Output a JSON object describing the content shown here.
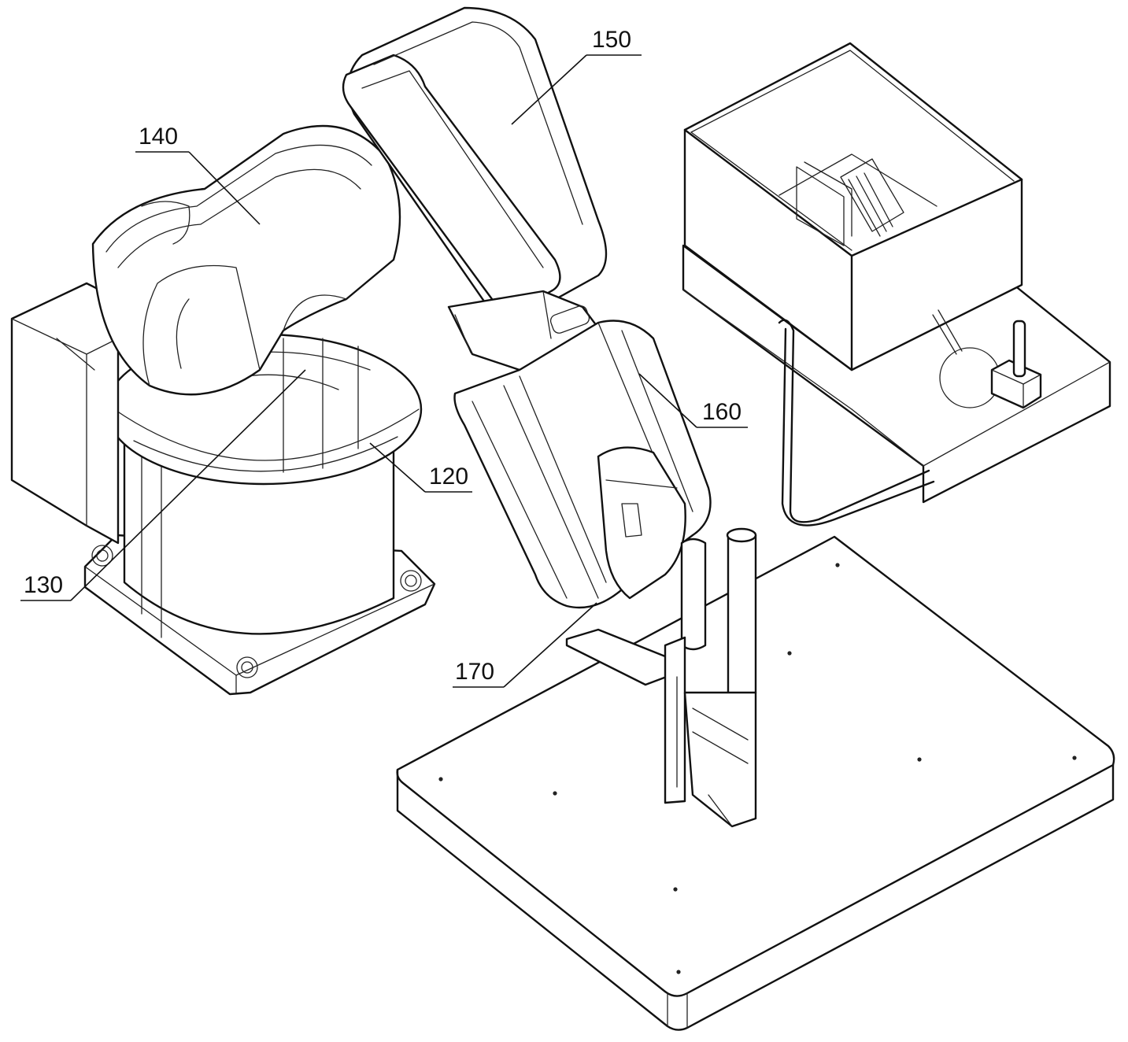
{
  "figure": {
    "labels": [
      {
        "id": "120",
        "text": "120"
      },
      {
        "id": "130",
        "text": "130"
      },
      {
        "id": "140",
        "text": "140"
      },
      {
        "id": "150",
        "text": "150"
      },
      {
        "id": "160",
        "text": "160"
      },
      {
        "id": "170",
        "text": "170"
      }
    ]
  },
  "colors": {
    "line": "#111111",
    "background": "#ffffff"
  }
}
